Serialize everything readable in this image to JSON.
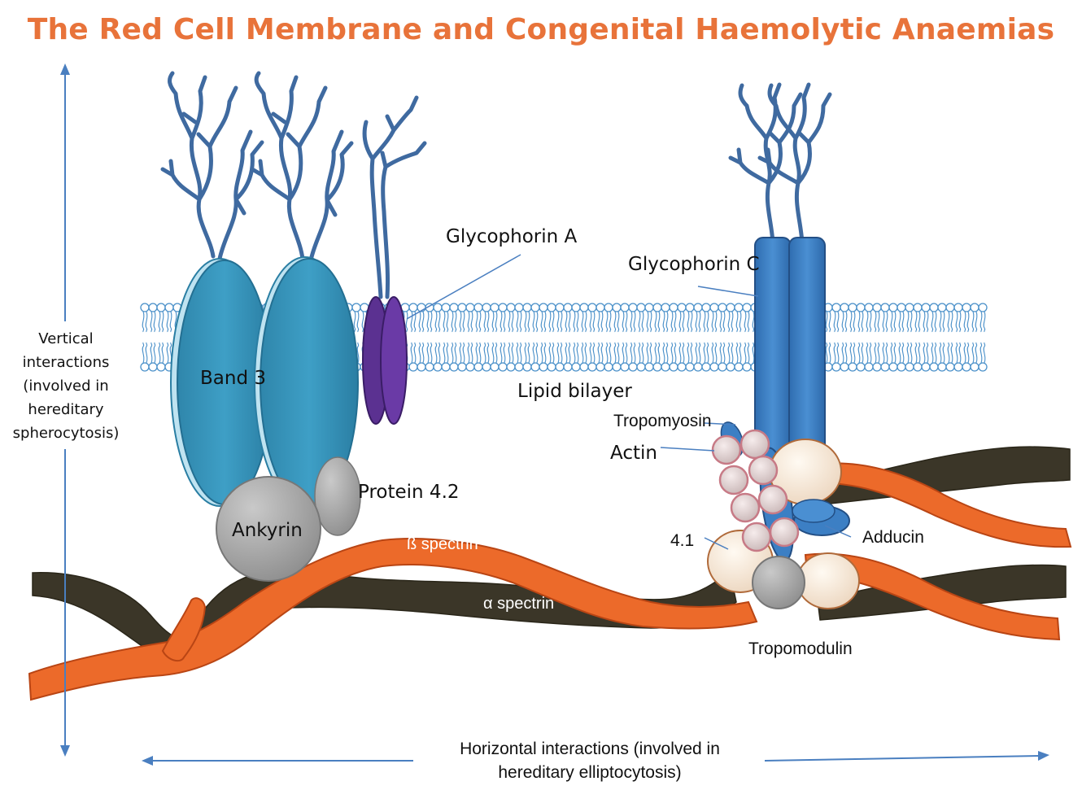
{
  "title": "The Red Cell Membrane and Congenital Haemolytic Anaemias",
  "colors": {
    "title": "#e8733a",
    "band3": "#3a97bd",
    "glycophorin_a": "#5b3191",
    "glycophorin_c": "#3c7fc4",
    "beta_spectrin": "#ec6a2a",
    "alpha_spectrin": "#3b3628",
    "ankyrin": "#a3a3a3",
    "lipid": "#4a90c9",
    "carbohydrate": "#3f6aa0",
    "actin": "#f1dcda",
    "protein41": "#f6e6d2",
    "arrow": "#4a7fc0"
  },
  "labels": {
    "glycophorin_a": "Glycophorin A",
    "glycophorin_c": "Glycophorin C",
    "band3": "Band 3",
    "lipid_bilayer": "Lipid bilayer",
    "tropomyosin": "Tropomyosin",
    "actin": "Actin",
    "protein42": "Protein 4.2",
    "ankyrin": "Ankyrin",
    "beta_spectrin": "ß spectrin",
    "alpha_spectrin": "α spectrin",
    "protein41": "4.1",
    "adducin": "Adducin",
    "tropomodulin": "Tropomodulin"
  },
  "vertical_axis": {
    "lines": [
      "Vertical",
      "interactions",
      "(involved in",
      "hereditary",
      "spherocytosis)"
    ]
  },
  "horizontal_axis": {
    "lines": [
      "Horizontal interactions (involved in",
      "hereditary elliptocytosis)"
    ]
  }
}
